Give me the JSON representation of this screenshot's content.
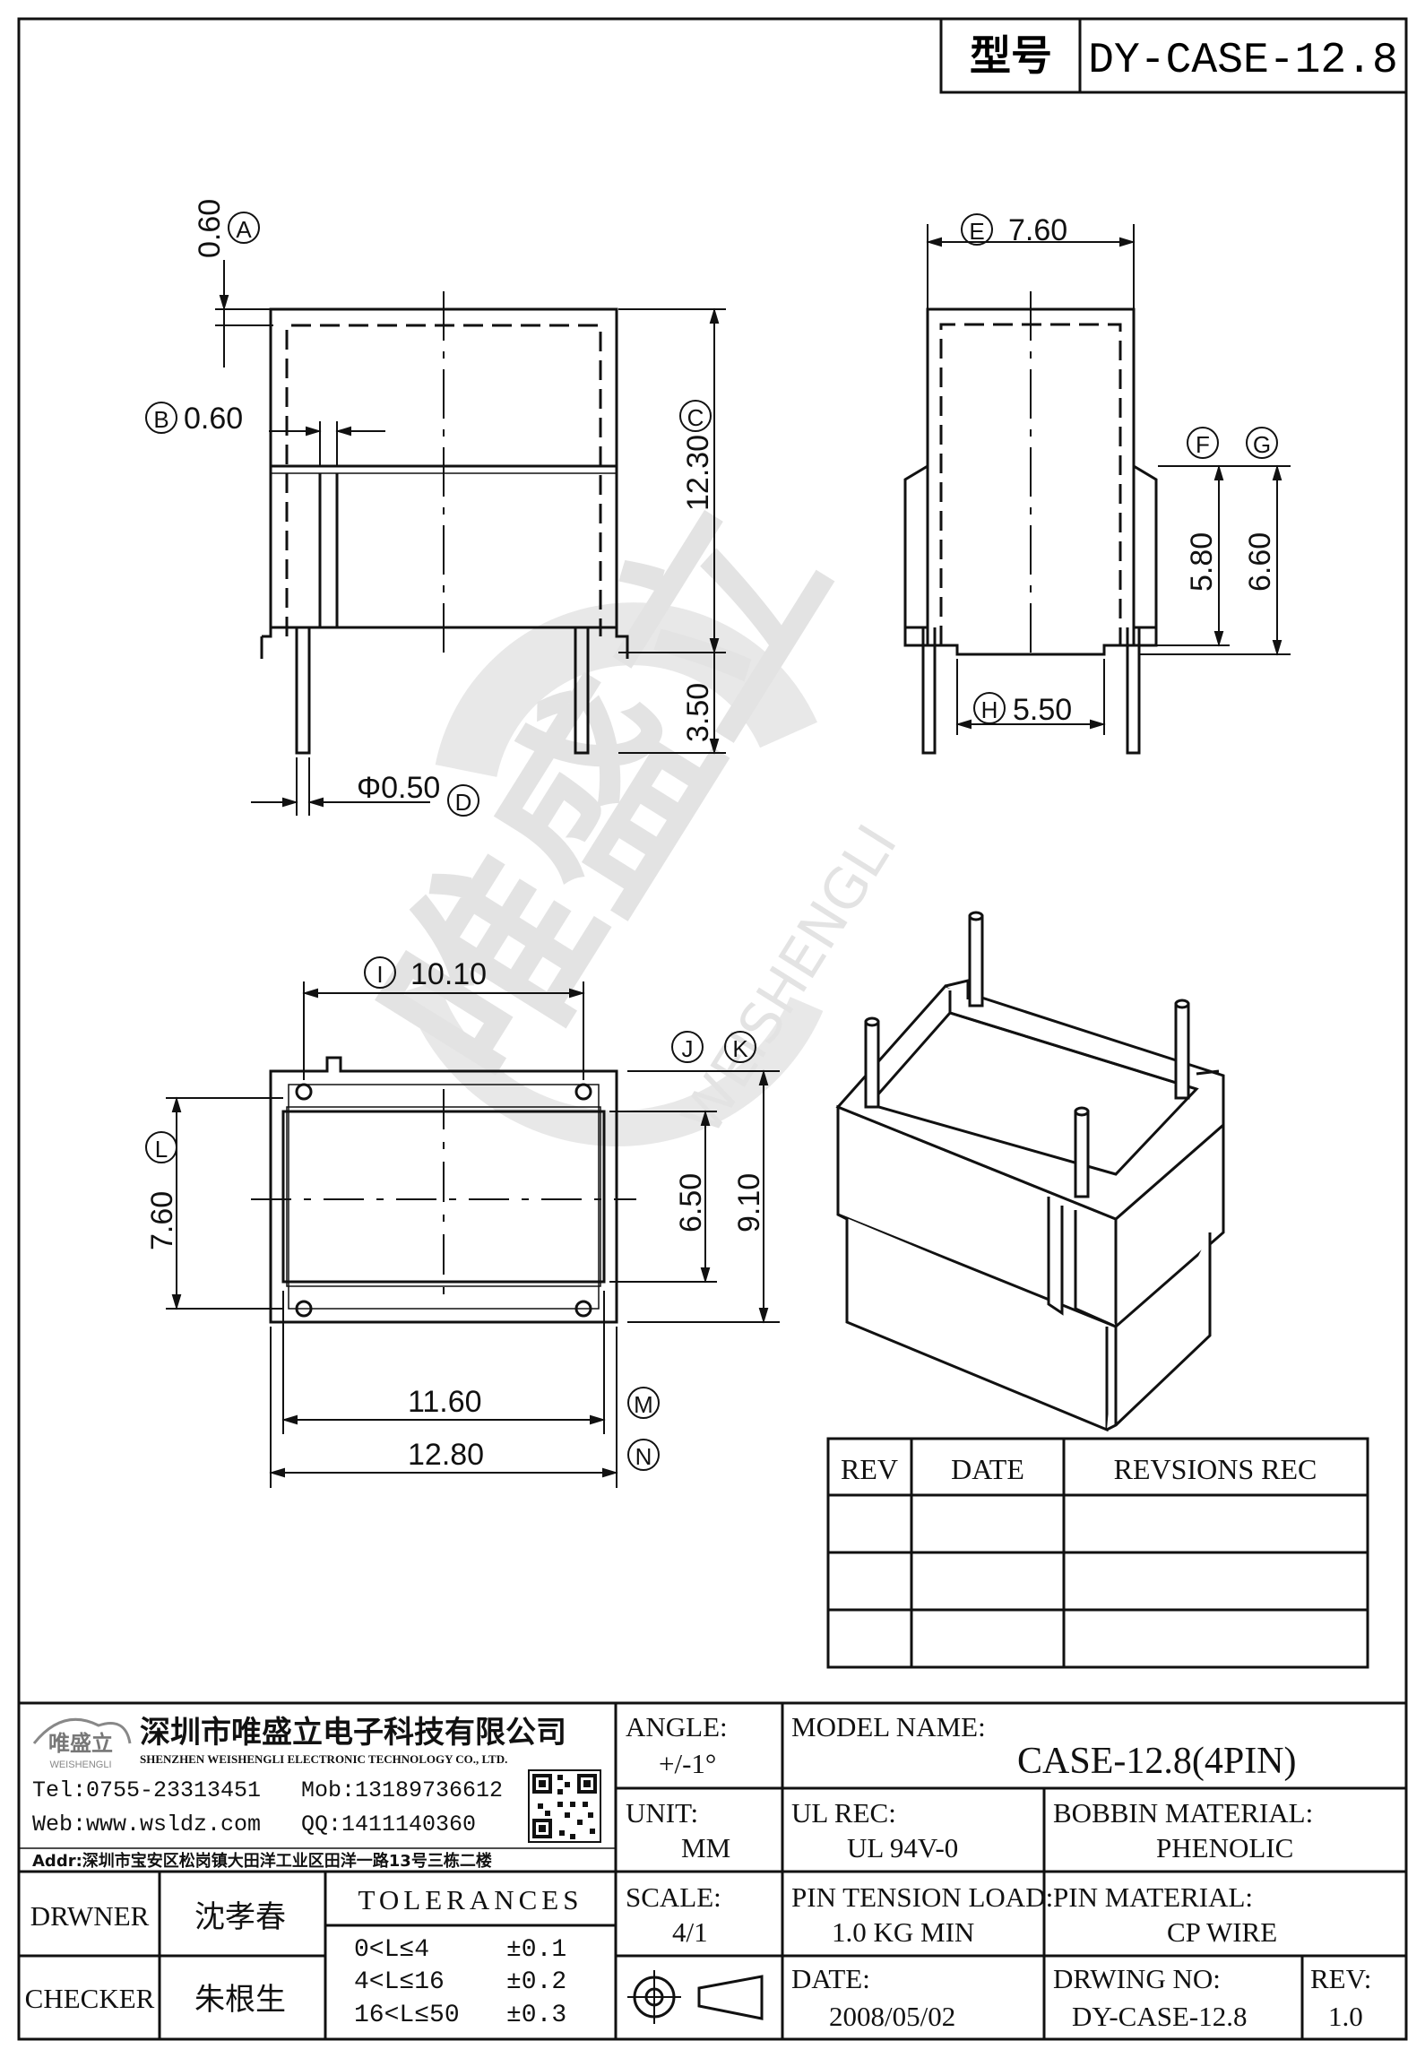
{
  "model_header": {
    "label": "型号",
    "value": "DY-CASE-12.8"
  },
  "dimensions": {
    "A": {
      "letter": "A",
      "value": "0.60"
    },
    "B": {
      "letter": "B",
      "value": "0.60"
    },
    "C": {
      "letter": "C",
      "value": "12.30"
    },
    "pin_length": {
      "value": "3.50"
    },
    "D": {
      "letter": "D",
      "value": "Φ0.50"
    },
    "E": {
      "letter": "E",
      "value": "7.60"
    },
    "F": {
      "letter": "F",
      "value": "5.80"
    },
    "G": {
      "letter": "G",
      "value": "6.60"
    },
    "H": {
      "letter": "H",
      "value": "5.50"
    },
    "I": {
      "letter": "I",
      "value": "10.10"
    },
    "J": {
      "letter": "J",
      "value": "6.50"
    },
    "K": {
      "letter": "K",
      "value": "9.10"
    },
    "L": {
      "letter": "L",
      "value": "7.60"
    },
    "M": {
      "letter": "M",
      "value": "11.60"
    },
    "N": {
      "letter": "N",
      "value": "12.80"
    }
  },
  "watermark": {
    "brand": "唯盛立",
    "brand_en": "WEISHENGLI"
  },
  "revisions": {
    "headers": [
      "REV",
      "DATE",
      "REVSIONS REC"
    ],
    "rows": [
      [
        "",
        "",
        ""
      ],
      [
        "",
        "",
        ""
      ],
      [
        "",
        "",
        ""
      ]
    ]
  },
  "company": {
    "logo_text": "唯盛立",
    "logo_sub": "WEISHENGLI",
    "name_cn": "深圳市唯盛立电子科技有限公司",
    "name_en": "SHENZHEN WEISHENGLI ELECTRONIC TECHNOLOGY CO., LTD.",
    "tel": "Tel:0755-23313451",
    "mob": "Mob:13189736612",
    "web": "Web:www.wsldz.com",
    "qq": "QQ:1411140360",
    "addr": "Addr:深圳市宝安区松岗镇大田洋工业区田洋一路13号三栋二楼"
  },
  "title_block": {
    "angle_label": "ANGLE:",
    "angle_value": "+/-1°",
    "model_name_label": "MODEL NAME:",
    "model_name_value": "CASE-12.8(4PIN)",
    "unit_label": "UNIT:",
    "unit_value": "MM",
    "ul_label": "UL REC:",
    "ul_value": "UL 94V-0",
    "bobbin_label": "BOBBIN MATERIAL:",
    "bobbin_value": "PHENOLIC",
    "drawer_label": "DRWNER",
    "drawer_value": "沈孝春",
    "checker_label": "CHECKER",
    "checker_value": "朱根生",
    "tolerances_label": "TOLERANCES",
    "tolerances": [
      {
        "range": "0<L≤4",
        "tol": "±0.1"
      },
      {
        "range": "4<L≤16",
        "tol": "±0.2"
      },
      {
        "range": "16<L≤50",
        "tol": "±0.3"
      }
    ],
    "scale_label": "SCALE:",
    "scale_value": "4/1",
    "pin_tension_label": "PIN TENSION LOAD:",
    "pin_tension_value": "1.0 KG MIN",
    "pin_material_label": "PIN MATERIAL:",
    "pin_material_value": "CP WIRE",
    "date_label": "DATE:",
    "date_value": "2008/05/02",
    "drawing_no_label": "DRWING NO:",
    "drawing_no_value": "DY-CASE-12.8",
    "rev_label": "REV:",
    "rev_value": "1.0"
  }
}
